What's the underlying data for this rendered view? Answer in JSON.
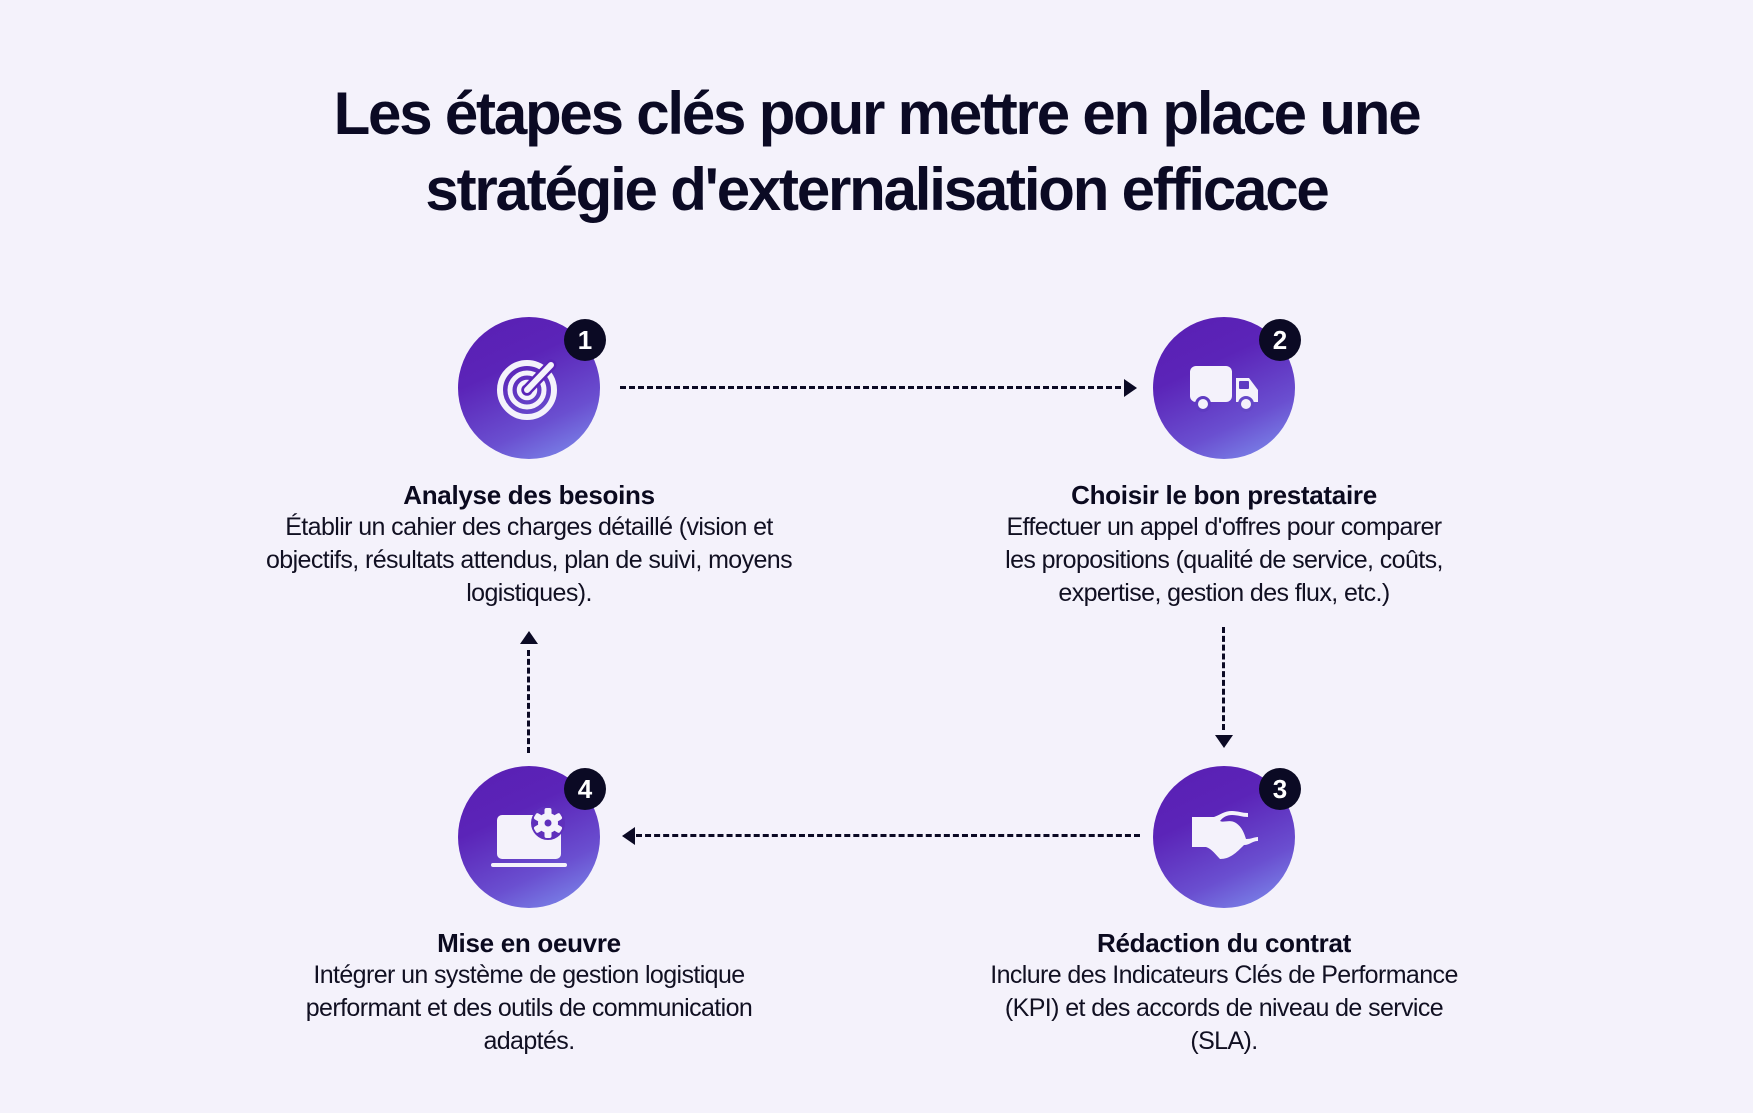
{
  "title": {
    "line1": "Les étapes clés pour mettre en place une",
    "line2": "stratégie d'externalisation efficace"
  },
  "colors": {
    "background": "#f4f2fb",
    "text": "#0b0a24",
    "circle_gradient_start": "#5a1fb3",
    "circle_gradient_end": "#7f93ef",
    "badge": "#0b0a24",
    "arrow": "#0b0a24"
  },
  "steps": [
    {
      "number": "1",
      "icon": "target-icon",
      "title": "Analyse des besoins",
      "desc_lines": [
        "Établir un cahier des charges détaillé (vision et",
        "objectifs, résultats attendus, plan de suivi, moyens",
        "logistiques)."
      ]
    },
    {
      "number": "2",
      "icon": "truck-icon",
      "title": "Choisir le bon prestataire",
      "desc_lines": [
        "Effectuer un appel d'offres pour comparer",
        "les propositions (qualité de service, coûts,",
        "expertise, gestion des flux, etc.)"
      ]
    },
    {
      "number": "3",
      "icon": "handshake-icon",
      "title": "Rédaction du contrat",
      "desc_lines": [
        "Inclure des Indicateurs Clés de Performance",
        "(KPI) et des accords de niveau de service",
        "(SLA)."
      ]
    },
    {
      "number": "4",
      "icon": "laptop-settings-icon",
      "title": "Mise en oeuvre",
      "desc_lines": [
        "Intégrer un système de gestion logistique",
        "performant et des outils de communication",
        "adaptés."
      ]
    }
  ],
  "flow": [
    {
      "from": "1",
      "to": "2",
      "direction": "right"
    },
    {
      "from": "2",
      "to": "3",
      "direction": "down"
    },
    {
      "from": "3",
      "to": "4",
      "direction": "left"
    },
    {
      "from": "4",
      "to": "1",
      "direction": "up"
    }
  ]
}
